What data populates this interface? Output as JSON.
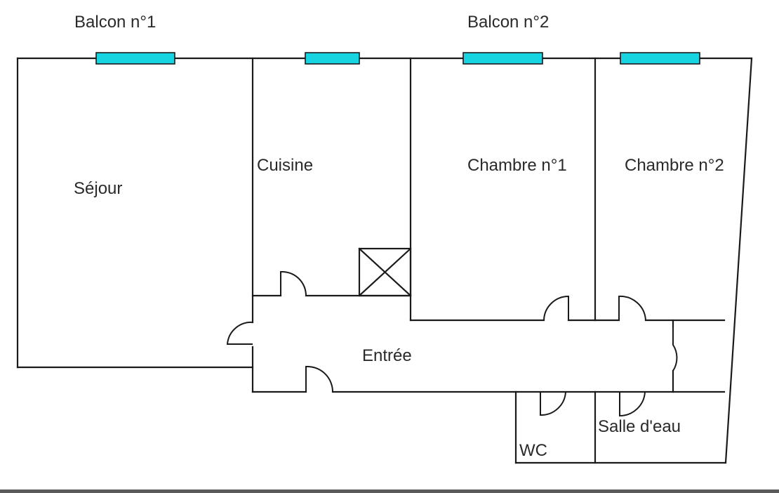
{
  "labels": {
    "balcon1": "Balcon n°1",
    "balcon2": "Balcon n°2",
    "sejour": "Séjour",
    "cuisine": "Cuisine",
    "chambre1": "Chambre n°1",
    "chambre2": "Chambre n°2",
    "entree": "Entrée",
    "wc": "WC",
    "salle_eau": "Salle d'eau"
  },
  "colors": {
    "window": "#17d4e0",
    "wall": "#1a1a1a"
  }
}
